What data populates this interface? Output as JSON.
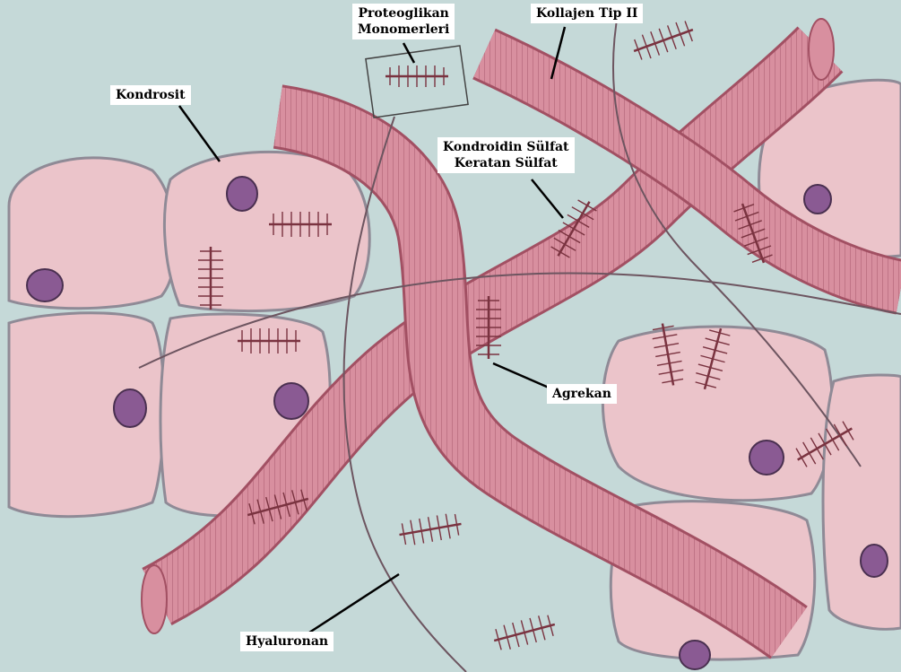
{
  "labels": {
    "proteoglikan_1": "Proteoglikan",
    "proteoglikan_2": "Monomerleri",
    "kollajen": "Kollajen Tip II",
    "kondrosit": "Kondrosit",
    "kondroidin_1": "Kondroidin Sülfat",
    "kondroidin_2": "Keratan Sülfat",
    "agrekan": "Agrekan",
    "hyaluronan": "Hyaluronan"
  },
  "colors": {
    "background": "#c5d9d8",
    "cell_fill": "#ebc4ca",
    "cell_outline": "#8f8a96",
    "nucleus": "#8a5a93",
    "fiber": "#d88f9f",
    "fiber_stripe": "#a25063",
    "strand": "#7a3340",
    "label_bg": "#ffffff"
  },
  "icons": [
    "chondrocyte-cell",
    "nucleus",
    "collagen-fiber",
    "proteoglycan-aggregate",
    "hyaluronan-strand"
  ]
}
